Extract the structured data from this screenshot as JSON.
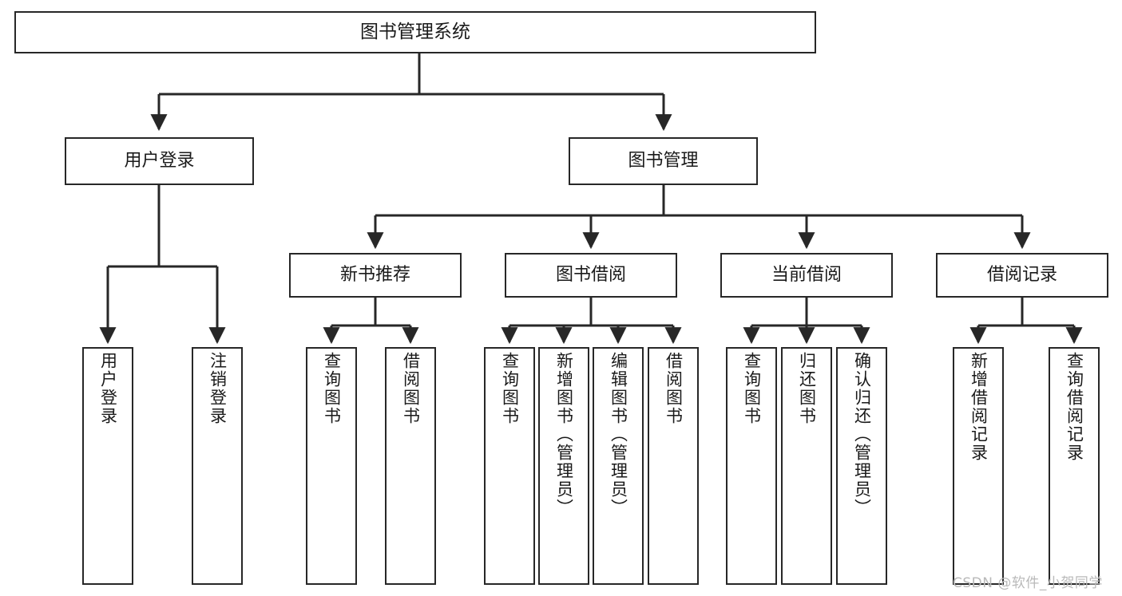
{
  "diagram": {
    "title": "图书管理系统",
    "type": "tree-hierarchy-diagram",
    "stroke_color": "#272727",
    "background_color": "#ffffff",
    "root": {
      "id": "root",
      "label": "图书管理系统"
    },
    "level2": [
      {
        "id": "user-login",
        "label": "用户登录"
      },
      {
        "id": "book-management",
        "label": "图书管理"
      }
    ],
    "level3": [
      {
        "id": "new-book-recommend",
        "label": "新书推荐",
        "parent": "book-management"
      },
      {
        "id": "book-borrow",
        "label": "图书借阅",
        "parent": "book-management"
      },
      {
        "id": "current-borrow",
        "label": "当前借阅",
        "parent": "book-management"
      },
      {
        "id": "borrow-record",
        "label": "借阅记录",
        "parent": "book-management"
      }
    ],
    "leaves": {
      "user-login": [
        {
          "id": "leaf-user-login",
          "label": "用户登录"
        },
        {
          "id": "leaf-user-logout",
          "label": "注销登录"
        }
      ],
      "new-book-recommend": [
        {
          "id": "leaf-query-book-1",
          "label": "查询图书"
        },
        {
          "id": "leaf-borrow-book-1",
          "label": "借阅图书"
        }
      ],
      "book-borrow": [
        {
          "id": "leaf-query-book-2",
          "label": "查询图书"
        },
        {
          "id": "leaf-add-book",
          "label": "新增图书（管理员）"
        },
        {
          "id": "leaf-edit-book",
          "label": "编辑图书（管理员）"
        },
        {
          "id": "leaf-borrow-book-2",
          "label": "借阅图书"
        }
      ],
      "current-borrow": [
        {
          "id": "leaf-query-book-3",
          "label": "查询图书"
        },
        {
          "id": "leaf-return-book",
          "label": "归还图书"
        },
        {
          "id": "leaf-confirm-return",
          "label": "确认归还（管理员）"
        }
      ],
      "borrow-record": [
        {
          "id": "leaf-add-record",
          "label": "新增借阅记录"
        },
        {
          "id": "leaf-query-record",
          "label": "查询借阅记录"
        }
      ]
    },
    "watermark": "CSDN @软件_小贺同学"
  }
}
